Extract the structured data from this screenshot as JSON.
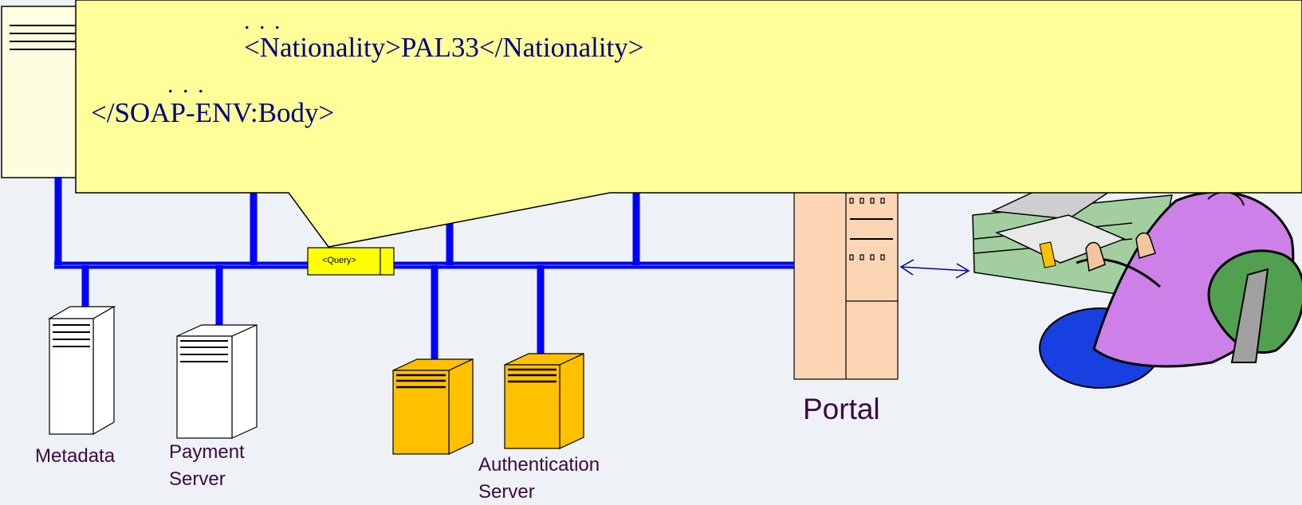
{
  "callout": {
    "ellipsis_top": ". . .",
    "line_nationality": "<Nationality>PAL33</Nationality>",
    "ellipsis_mid": ". . .",
    "line_body_close": "</SOAP-ENV:Body>"
  },
  "message": {
    "label": "<Query>"
  },
  "servers": {
    "metadata": "Metadata",
    "payment_line1": "Payment",
    "payment_line2": "Server",
    "auth_line1": "Authentication",
    "auth_line2": "Server",
    "portal": "Portal"
  },
  "colors": {
    "callout_fill": "#ffff99",
    "bus": "#0000ff",
    "server_white": "#ffffff",
    "server_gold": "#ffc000",
    "portal_fill": "#fcd5b4",
    "query_fill": "#ffff00",
    "label_text": "#3b0a3f",
    "xml_text": "#000080"
  },
  "icons": [
    "server-tower-icon",
    "user-at-computer-icon",
    "double-arrow-icon"
  ]
}
